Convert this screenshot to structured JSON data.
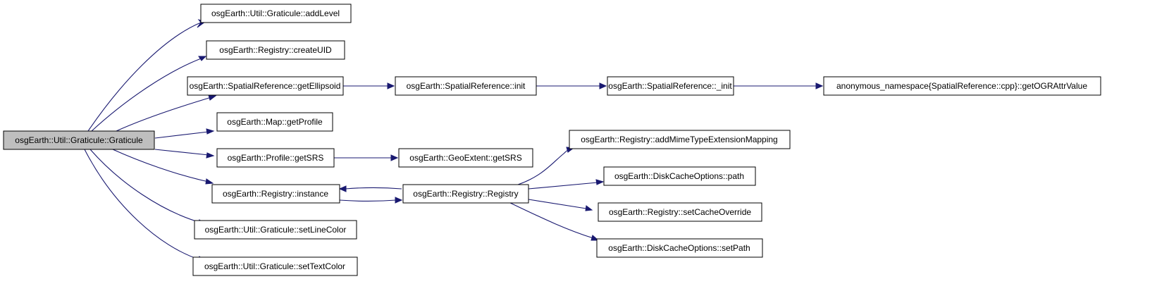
{
  "diagram": {
    "nodes": {
      "graticule": "osgEarth::Util::Graticule::Graticule",
      "add_level": "osgEarth::Util::Graticule::addLevel",
      "create_uid": "osgEarth::Registry::createUID",
      "get_ellipsoid": "osgEarth::SpatialReference::getEllipsoid",
      "get_profile": "osgEarth::Map::getProfile",
      "get_srs": "osgEarth::Profile::getSRS",
      "instance": "osgEarth::Registry::instance",
      "set_line_color": "osgEarth::Util::Graticule::setLineColor",
      "set_text_color": "osgEarth::Util::Graticule::setTextColor",
      "sr_init": "osgEarth::SpatialReference::init",
      "sr_private_init": "osgEarth::SpatialReference::_init",
      "get_ogr_attr": "anonymous_namespace{SpatialReference::cpp}::getOGRAttrValue",
      "geo_extent_get_srs": "osgEarth::GeoExtent::getSRS",
      "registry_ctor": "osgEarth::Registry::Registry",
      "add_mime": "osgEarth::Registry::addMimeTypeExtensionMapping",
      "disk_cache_path": "osgEarth::DiskCacheOptions::path",
      "set_cache_override": "osgEarth::Registry::setCacheOverride",
      "disk_cache_set_path": "osgEarth::DiskCacheOptions::setPath"
    },
    "edges": [
      [
        "graticule",
        "add_level"
      ],
      [
        "graticule",
        "create_uid"
      ],
      [
        "graticule",
        "get_ellipsoid"
      ],
      [
        "graticule",
        "get_profile"
      ],
      [
        "graticule",
        "get_srs"
      ],
      [
        "graticule",
        "instance"
      ],
      [
        "graticule",
        "set_line_color"
      ],
      [
        "graticule",
        "set_text_color"
      ],
      [
        "get_ellipsoid",
        "sr_init"
      ],
      [
        "sr_init",
        "sr_private_init"
      ],
      [
        "sr_private_init",
        "get_ogr_attr"
      ],
      [
        "get_srs",
        "geo_extent_get_srs"
      ],
      [
        "instance",
        "registry_ctor"
      ],
      [
        "registry_ctor",
        "instance"
      ],
      [
        "registry_ctor",
        "add_mime"
      ],
      [
        "registry_ctor",
        "disk_cache_path"
      ],
      [
        "registry_ctor",
        "set_cache_override"
      ],
      [
        "registry_ctor",
        "disk_cache_set_path"
      ]
    ],
    "colors": {
      "edge": "#191970",
      "root_fill": "#bfbfbf",
      "node_border": "#000000"
    }
  }
}
